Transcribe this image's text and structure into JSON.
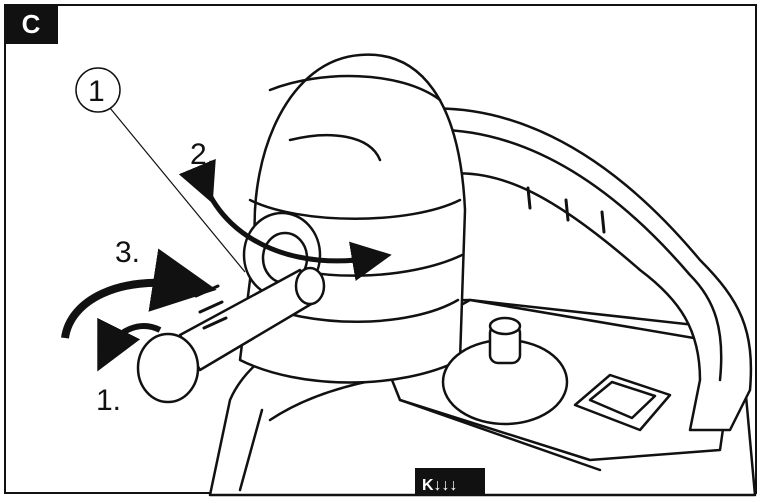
{
  "figure_label": "C",
  "callout": "1",
  "steps": [
    "1.",
    "2.",
    "3."
  ],
  "brand_fragment": "K↓↓↓"
}
